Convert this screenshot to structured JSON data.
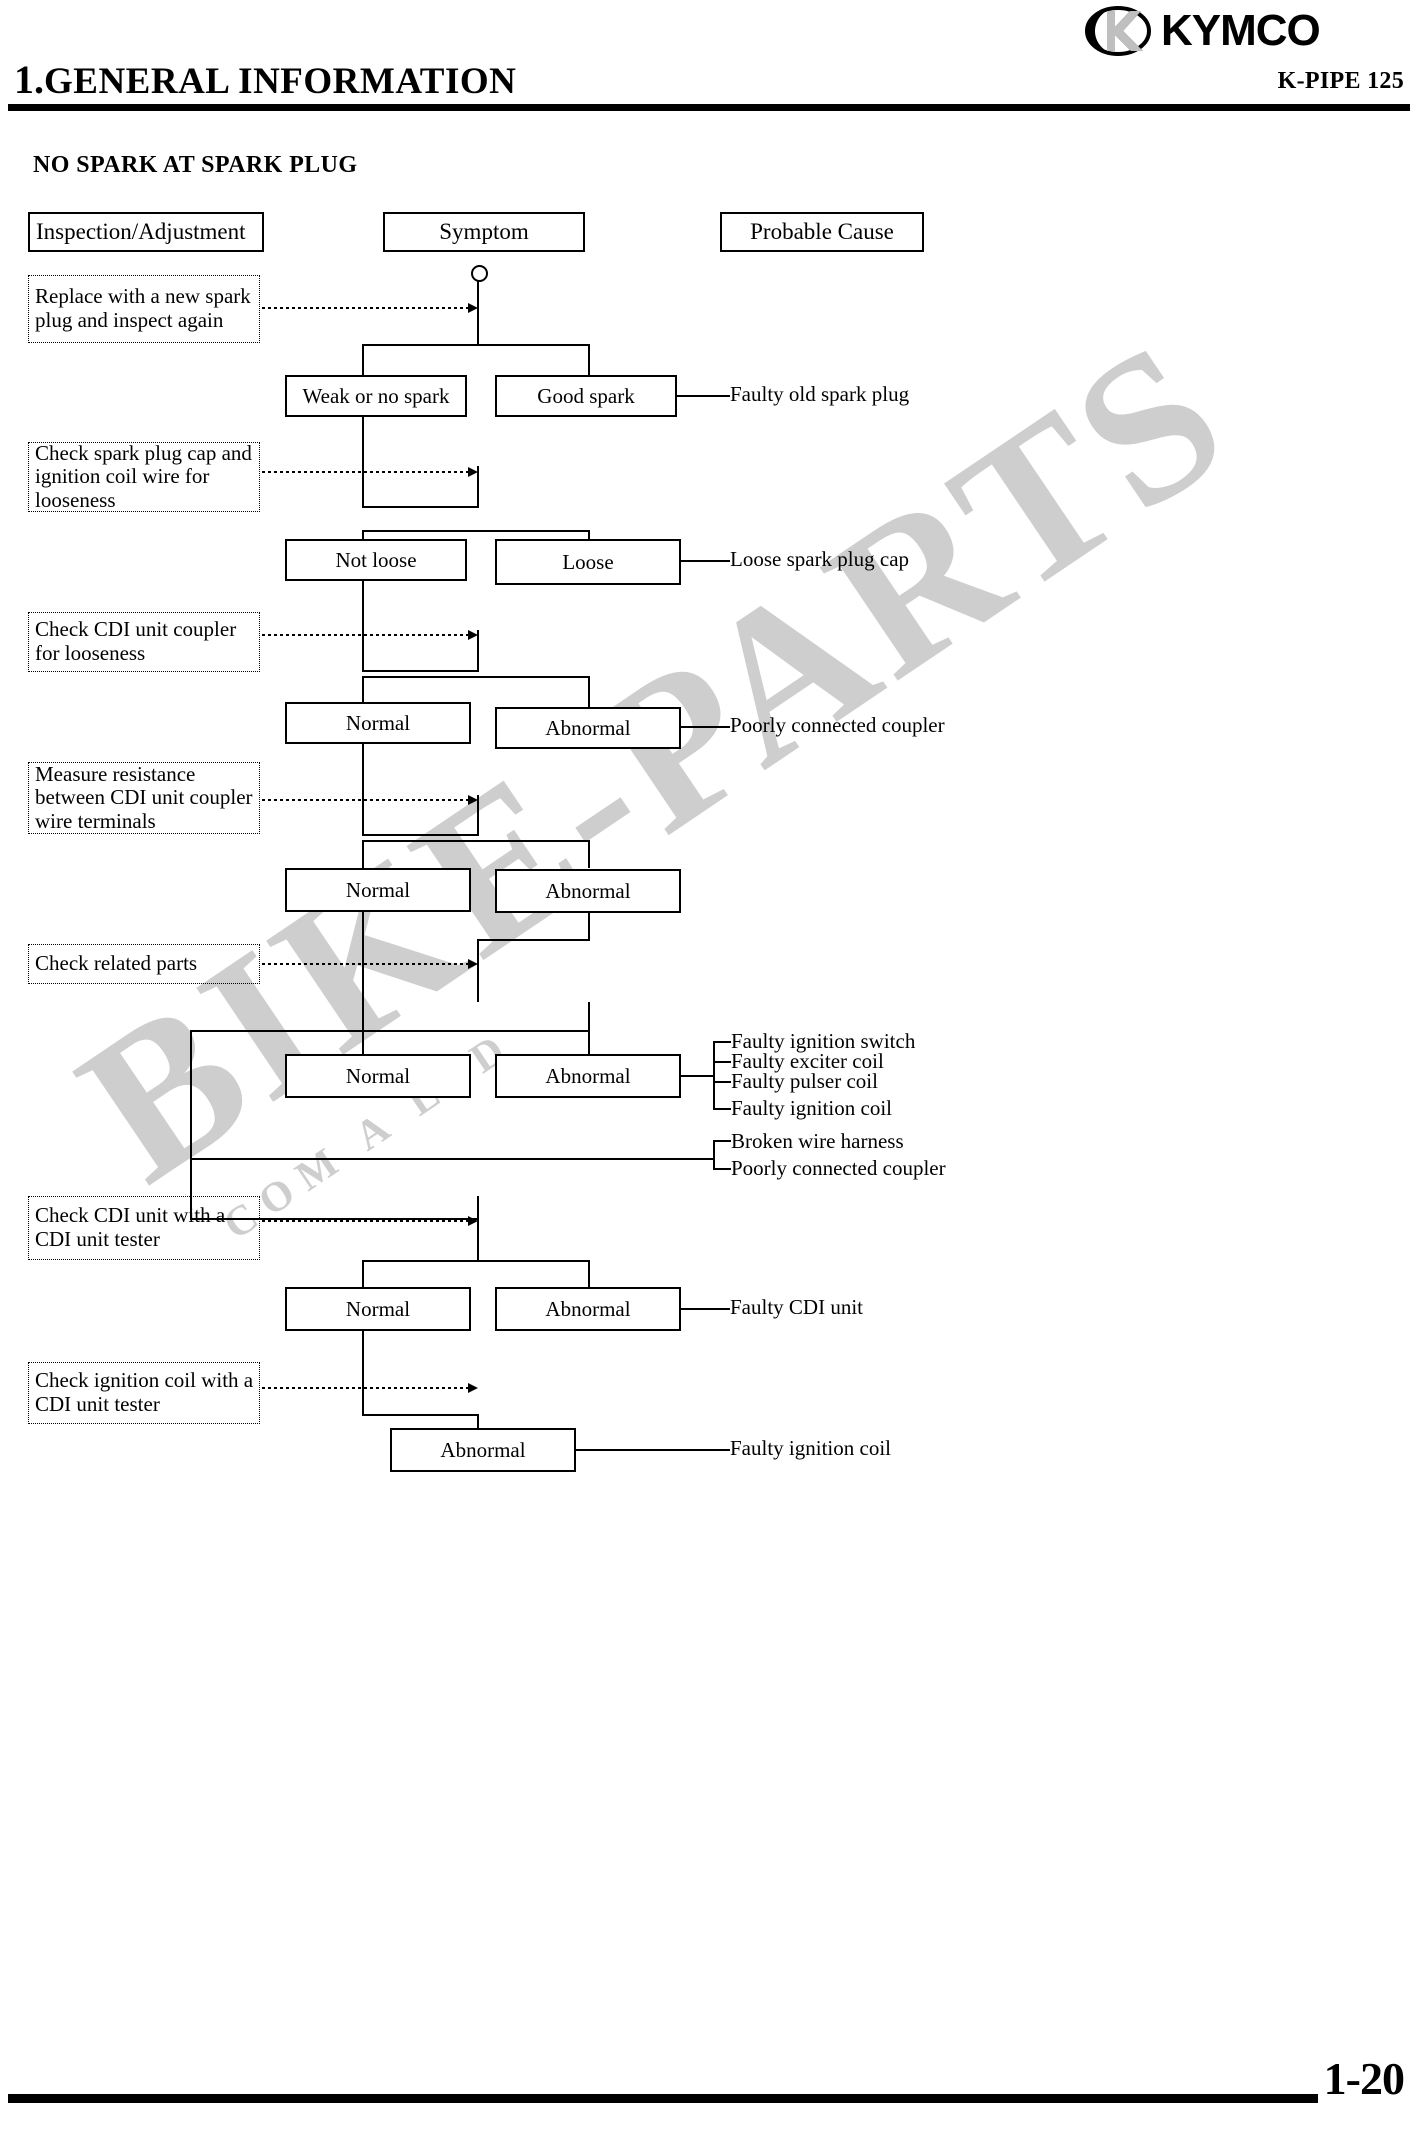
{
  "header": {
    "chapter_number": "1.",
    "chapter_title": "GENERAL INFORMATION",
    "model": "K-PIPE 125",
    "brand": "KYMCO"
  },
  "section_title": "NO SPARK AT SPARK PLUG",
  "column_headers": {
    "inspection": "Inspection/Adjustment",
    "symptom": "Symptom",
    "cause": "Probable Cause"
  },
  "watermark": {
    "main": "BIKE-PARTS",
    "sub": "COM A LTD"
  },
  "inspections": [
    {
      "id": "insp-1",
      "text": "Replace with a new spark plug and inspect again"
    },
    {
      "id": "insp-2",
      "text": "Check spark plug cap and ignition coil wire for looseness"
    },
    {
      "id": "insp-3",
      "text": "Check CDI unit coupler for looseness"
    },
    {
      "id": "insp-4",
      "text": "Measure resistance between CDI unit coupler wire terminals"
    },
    {
      "id": "insp-5",
      "text": "Check related parts"
    },
    {
      "id": "insp-6",
      "text": "Check CDI unit with a CDI unit tester"
    },
    {
      "id": "insp-7",
      "text": "Check ignition coil with a CDI unit tester"
    }
  ],
  "symptoms": [
    {
      "id": "sym-1-left",
      "text": "Weak or no spark"
    },
    {
      "id": "sym-1-right",
      "text": "Good spark"
    },
    {
      "id": "sym-2-left",
      "text": "Not loose"
    },
    {
      "id": "sym-2-right",
      "text": "Loose"
    },
    {
      "id": "sym-3-left",
      "text": "Normal"
    },
    {
      "id": "sym-3-right",
      "text": "Abnormal"
    },
    {
      "id": "sym-4-left",
      "text": "Normal"
    },
    {
      "id": "sym-4-right",
      "text": "Abnormal"
    },
    {
      "id": "sym-5-left",
      "text": "Normal"
    },
    {
      "id": "sym-5-right",
      "text": "Abnormal"
    },
    {
      "id": "sym-6-left",
      "text": "Normal"
    },
    {
      "id": "sym-6-right",
      "text": "Abnormal"
    },
    {
      "id": "sym-7",
      "text": "Abnormal"
    }
  ],
  "causes": [
    {
      "id": "cause-1",
      "text": "Faulty old spark plug"
    },
    {
      "id": "cause-2",
      "text": "Loose spark plug cap"
    },
    {
      "id": "cause-3",
      "text": "Poorly connected coupler"
    },
    {
      "id": "cause-4a",
      "text": "Faulty ignition switch"
    },
    {
      "id": "cause-4b",
      "text": "Faulty exciter coil"
    },
    {
      "id": "cause-4c",
      "text": "Faulty pulser coil"
    },
    {
      "id": "cause-4d",
      "text": "Faulty ignition coil"
    },
    {
      "id": "cause-5a",
      "text": "Broken wire harness"
    },
    {
      "id": "cause-5b",
      "text": "Poorly connected coupler"
    },
    {
      "id": "cause-6",
      "text": "Faulty CDI unit"
    },
    {
      "id": "cause-7",
      "text": "Faulty ignition coil"
    }
  ],
  "footer": {
    "page_number": "1-20"
  }
}
